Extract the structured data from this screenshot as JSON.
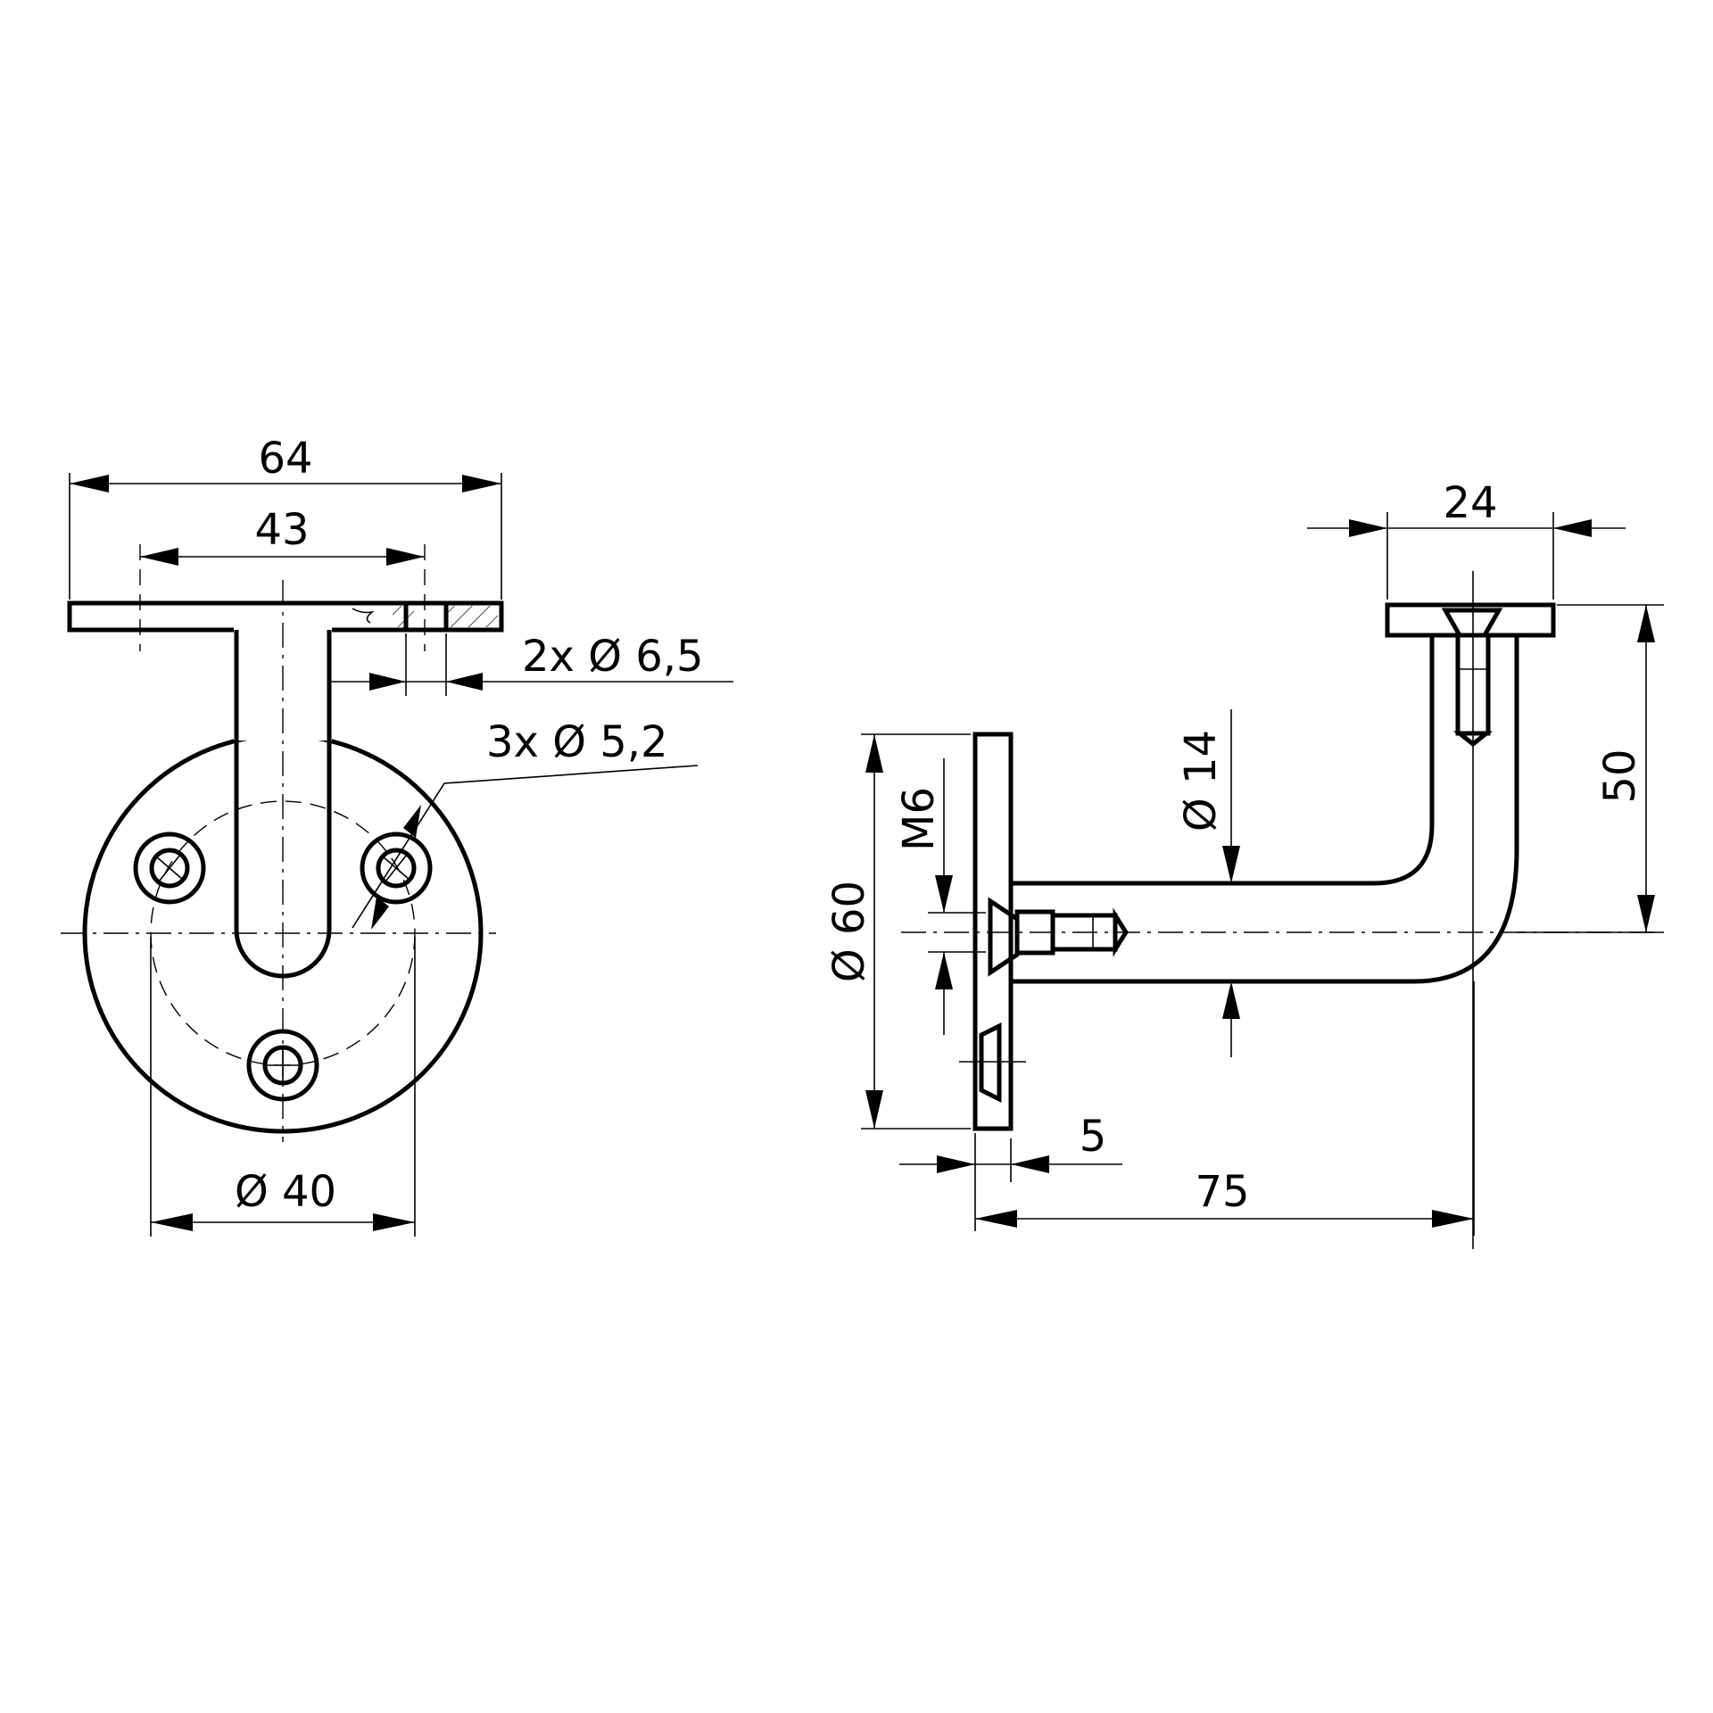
{
  "drawing": {
    "title": "Handrail bracket technical drawing",
    "colors": {
      "line": "#000000",
      "background": "#ffffff"
    },
    "front_view": {
      "dim_overall_width": "64",
      "dim_hole_spacing": "43",
      "dim_holes_top": "2x Ø 6,5",
      "dim_holes_base": "3x Ø 5,2",
      "dim_bolt_circle": "Ø 40"
    },
    "side_view": {
      "dim_top_plate": "24",
      "dim_height": "50",
      "dim_rod_diameter": "Ø 14",
      "dim_thread": "M6",
      "dim_base_diameter": "Ø 60",
      "dim_base_thickness": "5",
      "dim_projection": "75"
    }
  }
}
